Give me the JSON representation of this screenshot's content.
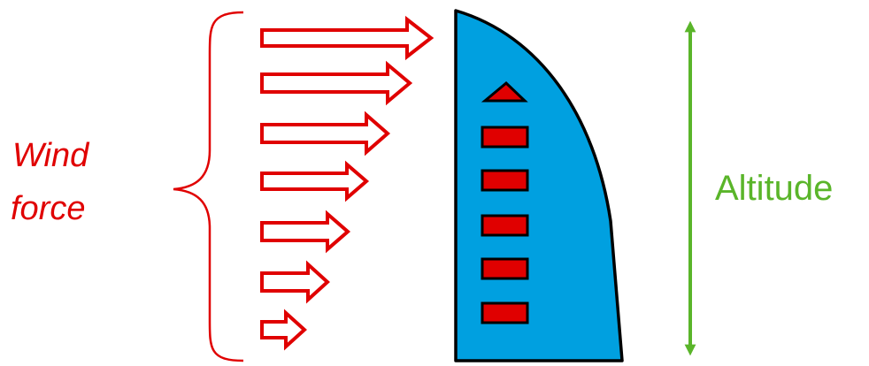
{
  "labels": {
    "wind_line1": "Wind",
    "wind_line2": "force",
    "altitude": "Altitude"
  },
  "colors": {
    "wind": "#e00000",
    "altitude": "#5ab52a",
    "building_fill": "#00a0e0",
    "building_outline": "#000000",
    "window_fill": "#e00000",
    "window_outline": "#000000",
    "background": "#ffffff"
  },
  "icons": {
    "wind_arrows": "hollow-right-arrow",
    "altitude_arrow": "double-headed-vertical-arrow",
    "brace": "curly-brace"
  }
}
